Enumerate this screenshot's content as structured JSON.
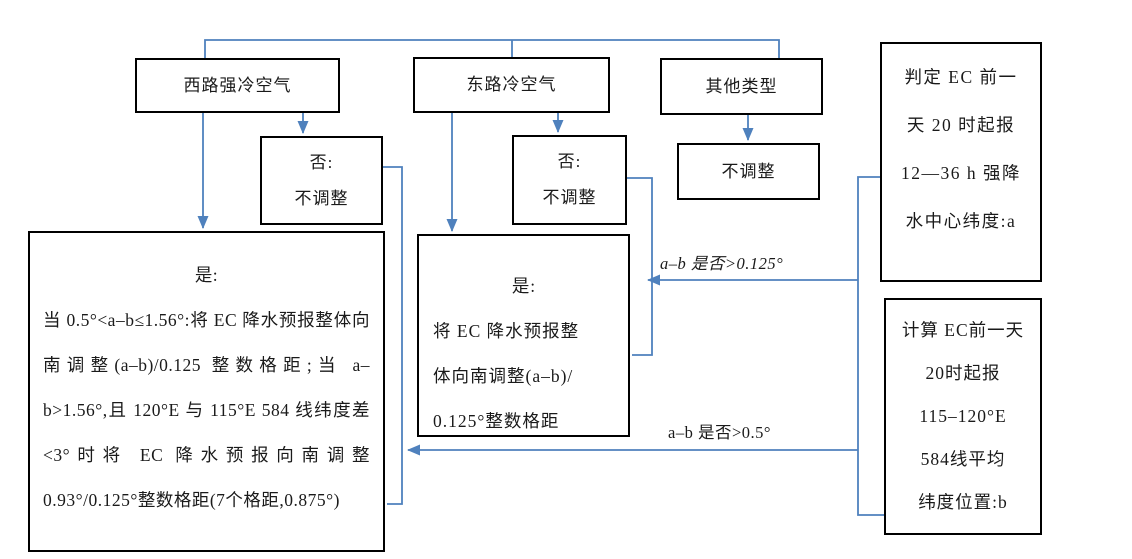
{
  "flowchart": {
    "nodes": {
      "west": {
        "label": "西路强冷空气"
      },
      "east": {
        "label": "东路冷空气"
      },
      "other": {
        "label": "其他类型"
      },
      "west_no": {
        "lines": [
          "否:",
          "不调整"
        ]
      },
      "east_no": {
        "lines": [
          "否:",
          "不调整"
        ]
      },
      "other_no_adjust": {
        "label": "不调整"
      },
      "west_yes": {
        "title": "是:",
        "body": "当 0.5°<a–b≤1.56°:将 EC 降水预报整体向南调整(a–b)/0.125 整数格距;当 a–b>1.56°,且 120°E 与 115°E 584 线纬度差<3°时将 EC 降水预报向南调整 0.93°/0.125°整数格距(7个格距,0.875°)"
      },
      "east_yes": {
        "title": "是:",
        "lines": [
          "将 EC 降水预报整",
          "体向南调整(a–b)/",
          "0.125°整数格距"
        ]
      },
      "judge_a": {
        "lines": [
          "判定 EC 前一",
          "天 20 时起报",
          "12—36 h 强降",
          "水中心纬度:a"
        ]
      },
      "calc_b": {
        "lines": [
          "计算 EC前一天",
          "20时起报",
          "115–120°E",
          "584线平均",
          "纬度位置:b"
        ]
      }
    },
    "edge_labels": {
      "ab_gt_0125": "a–b 是否>0.125°",
      "ab_gt_05": "a–b 是否>0.5°"
    },
    "colors": {
      "line": "#4f81bd",
      "box_border": "#000000",
      "text": "#1a1a1a",
      "background": "#ffffff"
    }
  }
}
